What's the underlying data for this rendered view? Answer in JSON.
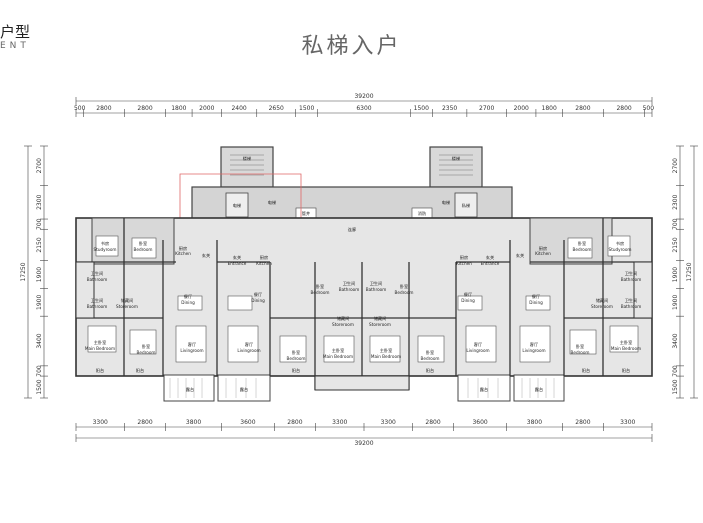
{
  "header": {
    "left_title": "户型",
    "left_sub": "ENT",
    "title": "私梯入户"
  },
  "dimensions": {
    "top_total": "39200",
    "top_segments": [
      "500",
      "2800",
      "2800",
      "1800",
      "2000",
      "2400",
      "2650",
      "1500",
      "6300",
      "1500",
      "2350",
      "2700",
      "2000",
      "1800",
      "2800",
      "2800",
      "500"
    ],
    "bottom_segments": [
      "3300",
      "2800",
      "3800",
      "3600",
      "2800",
      "3300",
      "3300",
      "2800",
      "3600",
      "3800",
      "2800",
      "3300"
    ],
    "bottom_total": "39200",
    "left_side": [
      "2700",
      "2300",
      "700",
      "2150",
      "1900",
      "1900",
      "3400",
      "700",
      "1500"
    ],
    "left_total": "17250",
    "right_side": [
      "2700",
      "2300",
      "700",
      "2150",
      "1900",
      "1900",
      "3400",
      "700",
      "1500"
    ],
    "right_total": "17250"
  },
  "rooms": {
    "corridor": "连廊",
    "stair_label": "楼梯",
    "elevator": "电梯",
    "private_elevator": "私梯",
    "shaft": "管井",
    "fire": "消防",
    "living_cn": "客厅",
    "living_en": "Livingroom",
    "dining_cn": "餐厅",
    "dining_en": "Dining",
    "bedroom_cn": "卧室",
    "bedroom_en": "Bedroom",
    "master_cn": "主卧室",
    "master_en": "Main Bedroom",
    "study_cn": "书房",
    "study_en": "Studyroom",
    "kitchen_cn": "厨房",
    "kitchen_en": "Kitchen",
    "bath_cn": "卫生间",
    "bath_en": "Bathroom",
    "storage_cn": "储藏间",
    "storage_en": "Storeroom",
    "entrance_cn": "玄关",
    "entrance_en": "Entrance",
    "balcony": "阳台",
    "terrace": "露台"
  }
}
